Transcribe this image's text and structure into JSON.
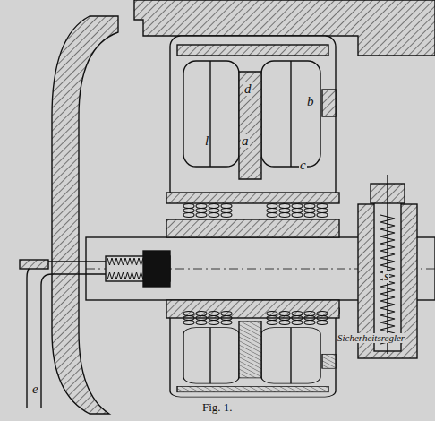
{
  "diagram": {
    "caption": "Fig. 1.",
    "labels": [
      "d",
      "b",
      "l",
      "a",
      "c",
      "e",
      "s",
      "Sicherheitsregler"
    ]
  }
}
